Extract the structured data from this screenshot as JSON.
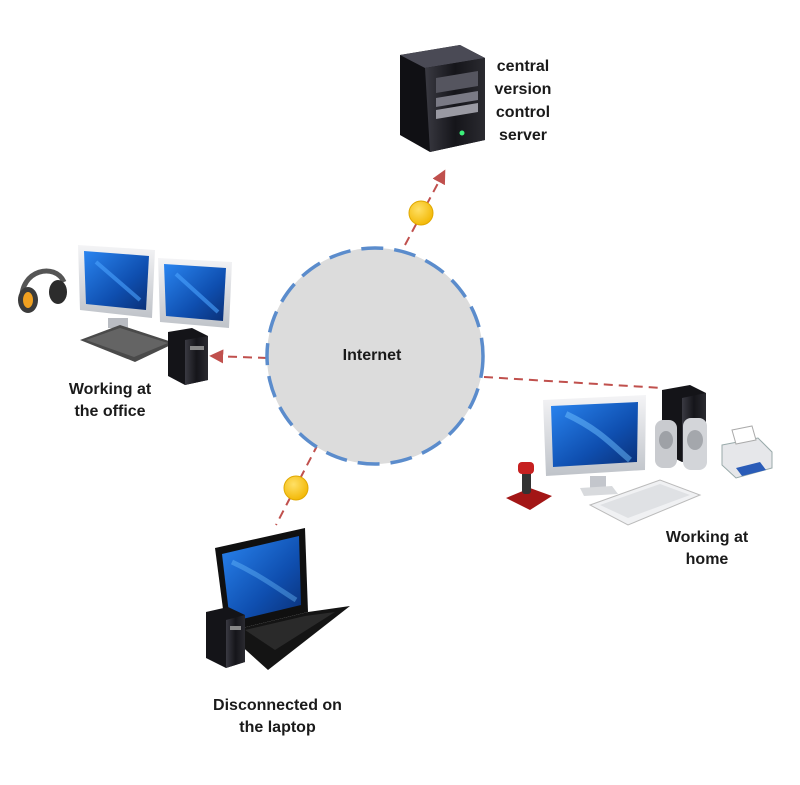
{
  "hub": {
    "label": "Internet"
  },
  "nodes": {
    "server": {
      "label_lines": [
        "central",
        "version",
        "control",
        "server"
      ]
    },
    "office": {
      "label_lines": [
        "Working at",
        "the office"
      ]
    },
    "home": {
      "label_lines": [
        "Working at",
        "home"
      ]
    },
    "laptop": {
      "label_lines": [
        "Disconnected on",
        "the laptop"
      ]
    }
  },
  "colors": {
    "hub_fill": "#dcdcdc",
    "hub_border": "#5b8ccc",
    "link_line": "#c0504d",
    "status_dot": "#f5c518",
    "screen_blue": "#1d6fd6"
  },
  "icons": [
    "server-tower-icon",
    "desktop-workstation-icon",
    "headphones-icon",
    "home-computer-icon",
    "joystick-icon",
    "speakers-icon",
    "printer-icon",
    "laptop-icon"
  ]
}
